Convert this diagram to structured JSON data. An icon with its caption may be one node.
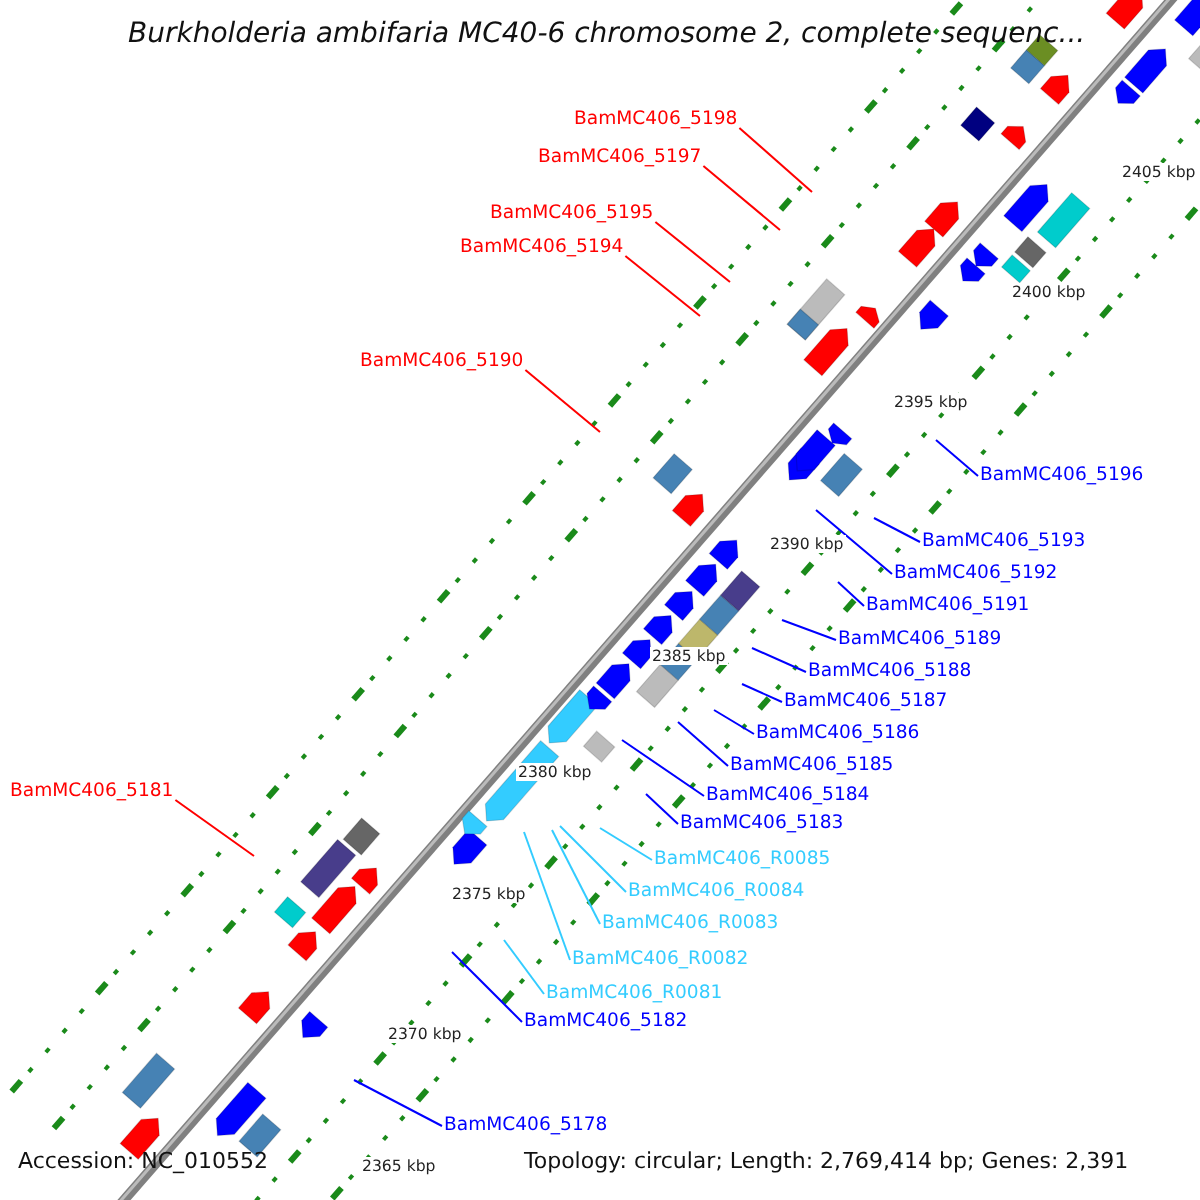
{
  "diagram": {
    "title": "Burkholderia ambifaria MC40-6 chromosome 2, complete sequenc...",
    "nodes": [
      {
        "text": [
          "BamMC406_5198"
        ]
      },
      {
        "text": [
          "BamMC406_5197"
        ]
      },
      {
        "text": [
          "BamMC406_5195"
        ]
      },
      {
        "text": [
          "BamMC406_5194"
        ]
      },
      {
        "text": [
          "BamMC406_5190"
        ]
      },
      {
        "text": [
          "BamMC406_5196"
        ]
      },
      {
        "text": [
          "BamMC406_5193"
        ]
      },
      {
        "text": [
          "BamMC406_5192"
        ]
      },
      {
        "text": [
          "BamMC406_5191"
        ]
      },
      {
        "text": [
          "BamMC406_5189"
        ]
      },
      {
        "text": [
          "BamMC406_5188"
        ]
      },
      {
        "text": [
          "BamMC406_5187"
        ]
      },
      {
        "text": [
          "BamMC406_5186"
        ]
      },
      {
        "text": [
          "BamMC406_5185"
        ]
      },
      {
        "text": [
          "BamMC406_5181"
        ]
      },
      {
        "text": [
          "BamMC406_5184"
        ]
      },
      {
        "text": [
          "BamMC406_5183"
        ]
      },
      {
        "text": [
          "BamMC406_R0085"
        ]
      },
      {
        "text": [
          "BamMC406_R0084"
        ]
      },
      {
        "text": [
          "BamMC406_R0083"
        ]
      },
      {
        "text": [
          "BamMC406_R0082"
        ]
      },
      {
        "text": [
          "BamMC406_R0081"
        ]
      },
      {
        "text": [
          "BamMC406_5182"
        ]
      },
      {
        "text": [
          "BamMC406_5178"
        ]
      }
    ],
    "edges": [
      {
        "from": 0,
        "to": null,
        "arrow": "none",
        "color": "#ff0000"
      },
      {
        "from": 1,
        "to": null,
        "arrow": "none",
        "color": "#ff0000"
      },
      {
        "from": 2,
        "to": null,
        "arrow": "none",
        "color": "#ff0000"
      },
      {
        "from": 3,
        "to": null,
        "arrow": "none",
        "color": "#ff0000"
      },
      {
        "from": 4,
        "to": null,
        "arrow": "none",
        "color": "#ff0000"
      },
      {
        "from": 5,
        "to": null,
        "arrow": "none"
      },
      {
        "from": 6,
        "to": null,
        "arrow": "none"
      },
      {
        "from": 7,
        "to": null,
        "arrow": "none"
      },
      {
        "from": 8,
        "to": null,
        "arrow": "none"
      },
      {
        "from": 9,
        "to": null,
        "arrow": "none"
      },
      {
        "from": 10,
        "to": null,
        "arrow": "none"
      },
      {
        "from": 11,
        "to": null,
        "arrow": "none"
      },
      {
        "from": 12,
        "to": null,
        "arrow": "none"
      },
      {
        "from": 13,
        "to": null,
        "arrow": "none"
      },
      {
        "from": 14,
        "to": null,
        "arrow": "none",
        "color": "#ff0000"
      },
      {
        "from": 15,
        "to": null,
        "arrow": "none"
      },
      {
        "from": 16,
        "to": null,
        "arrow": "none"
      },
      {
        "from": 17,
        "to": null,
        "arrow": "none",
        "color": "#33ccff"
      },
      {
        "from": 18,
        "to": null,
        "arrow": "none",
        "color": "#33ccff"
      },
      {
        "from": 19,
        "to": null,
        "arrow": "none",
        "color": "#33ccff"
      },
      {
        "from": 20,
        "to": null,
        "arrow": "none",
        "color": "#33ccff"
      },
      {
        "from": 21,
        "to": null,
        "arrow": "none",
        "color": "#33ccff"
      },
      {
        "from": 22,
        "to": null,
        "arrow": "none"
      },
      {
        "from": 23,
        "to": null,
        "arrow": "none"
      }
    ],
    "labels": [
      "2405 kbp",
      "2400 kbp",
      "2395 kbp",
      "2390 kbp",
      "2385 kbp",
      "2380 kbp",
      "2375 kbp",
      "2370 kbp",
      "2365 kbp",
      "Accession: NC_010552",
      "Topology: circular; Length: 2,769,414 bp; Genes: 2,391"
    ]
  }
}
